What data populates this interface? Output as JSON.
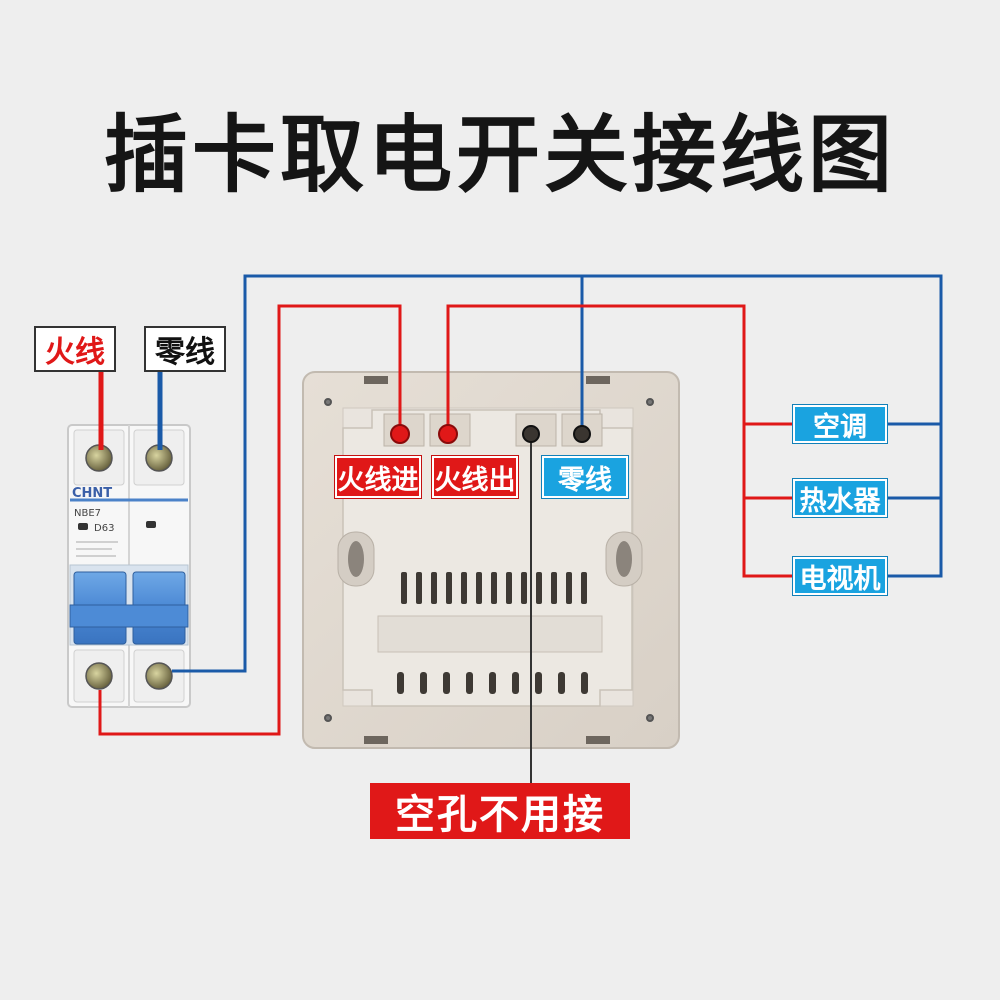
{
  "title": "插卡取电开关接线图",
  "breaker": {
    "live_label": "火线",
    "neutral_label": "零线",
    "brand": "CHNT",
    "model": "NBE7",
    "rating": "D63"
  },
  "switch_terminals": {
    "live_in": "火线进",
    "live_out": "火线出",
    "neutral": "零线"
  },
  "loads": [
    "空调",
    "热水器",
    "电视机"
  ],
  "unused_hole_note": "空孔不用接",
  "colors": {
    "live_wire": "#e01818",
    "neutral_wire": "#1a5aa8",
    "label_blue": "#1aa3e0",
    "label_red": "#e01818",
    "background": "#eeeeee"
  }
}
